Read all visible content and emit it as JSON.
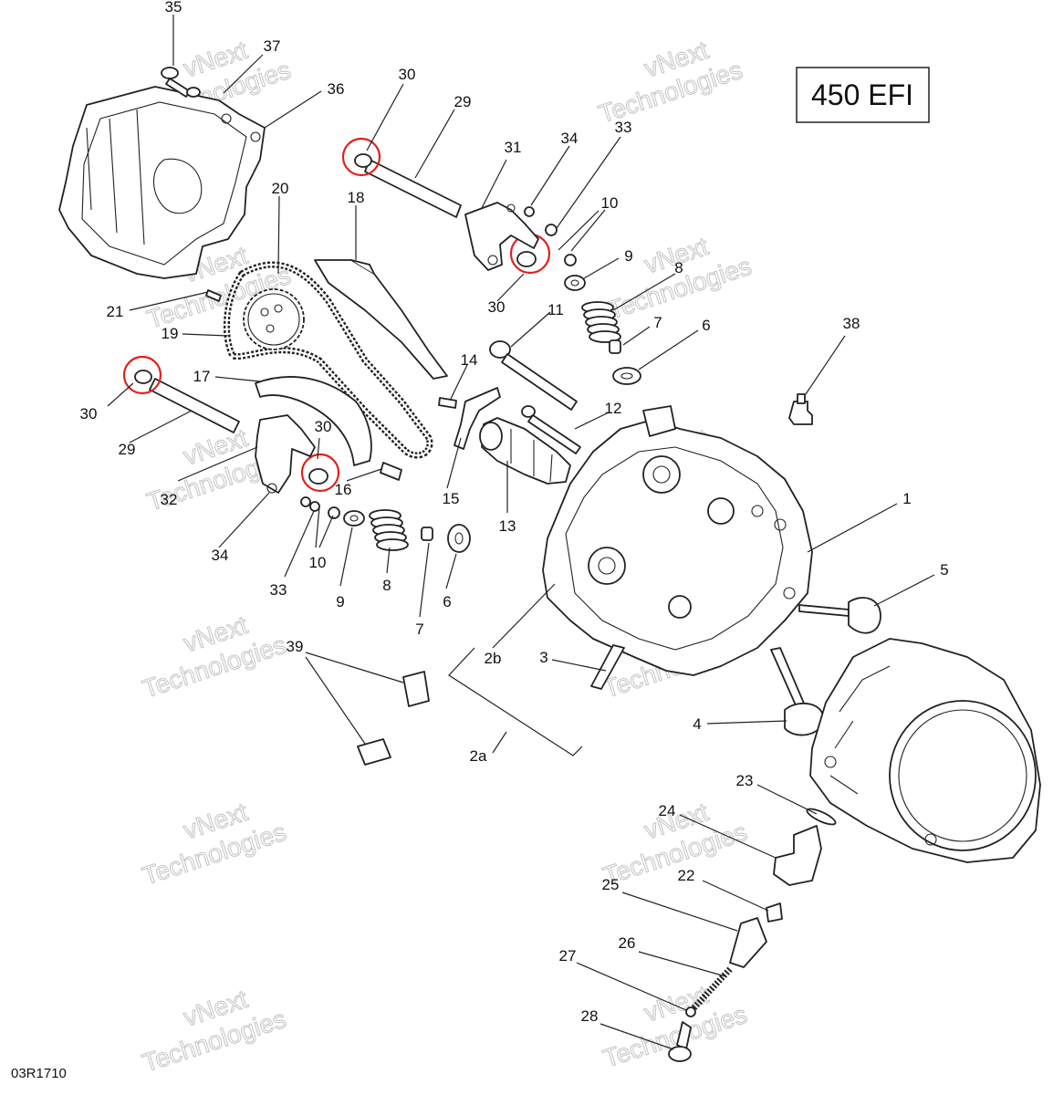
{
  "title": "450 EFI",
  "figure_code": "03R1710",
  "watermark": [
    "vNext",
    "Technologies"
  ],
  "highlight_color": "#e0201c",
  "callouts": [
    "35",
    "37",
    "36",
    "30",
    "29",
    "31",
    "34",
    "33",
    "10",
    "9",
    "8",
    "7",
    "6",
    "20",
    "18",
    "21",
    "19",
    "17",
    "30",
    "29",
    "32",
    "34",
    "33",
    "10",
    "9",
    "8",
    "7",
    "6",
    "30",
    "16",
    "14",
    "11",
    "12",
    "15",
    "13",
    "38",
    "30",
    "1",
    "5",
    "2b",
    "3",
    "39",
    "2a",
    "4",
    "23",
    "24",
    "22",
    "25",
    "26",
    "27",
    "28"
  ]
}
